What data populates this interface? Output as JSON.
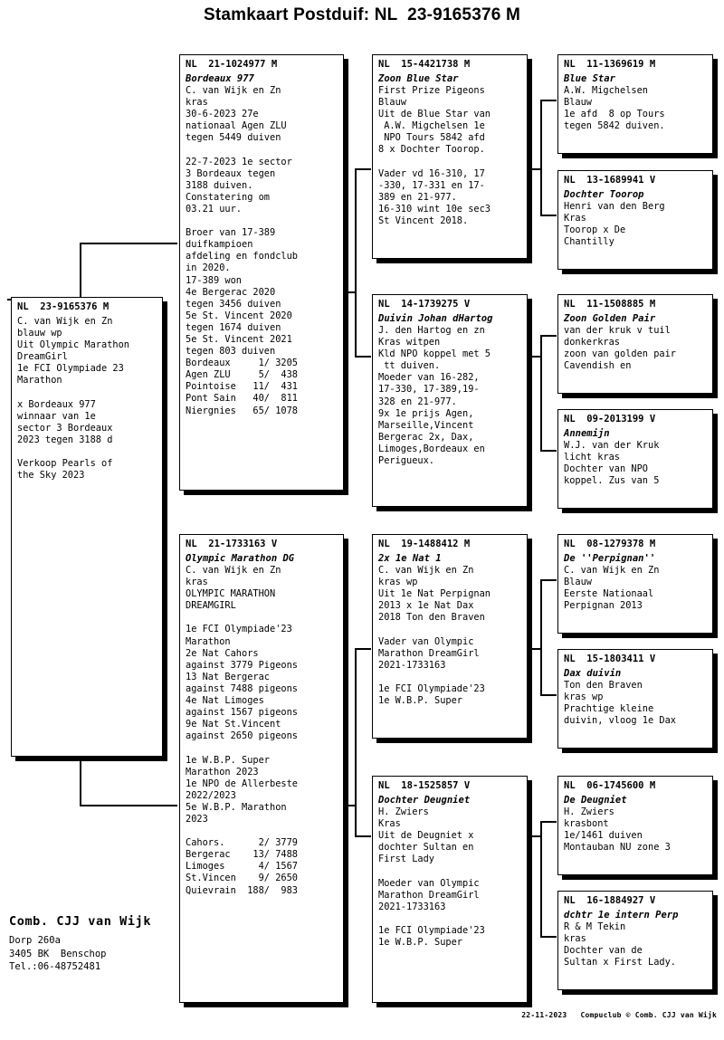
{
  "title": "Stamkaart Postduif: NL  23-9165376 M",
  "subject": {
    "reg": "NL  23-9165376 M",
    "nick": "",
    "body": "C. van Wijk en Zn\nblauw wp\nUit Olympic Marathon\nDreamGirl\n1e FCI Olympiade 23\nMarathon\n\nx Bordeaux 977\nwinnaar van 1e\nsector 3 Bordeaux\n2023 tegen 3188 d\n\nVerkoop Pearls of\nthe Sky 2023"
  },
  "parents": [
    {
      "reg": "NL  21-1024977 M",
      "nick": "Bordeaux 977",
      "body": "C. van Wijk en Zn\nkras\n30-6-2023 27e\nnationaal Agen ZLU\ntegen 5449 duiven\n\n22-7-2023 1e sector\n3 Bordeaux tegen\n3188 duiven.\nConstatering om\n03.21 uur.\n\nBroer van 17-389\nduifkampioen\nafdeling en fondclub\nin 2020.\n17-389 won\n4e Bergerac 2020\ntegen 3456 duiven\n5e St. Vincent 2020\ntegen 1674 duiven\n5e St. Vincent 2021\ntegen 803 duiven\nBordeaux     1/ 3205\nAgen ZLU     5/  438\nPointoise   11/  431\nPont Sain   40/  811\nNiergnies   65/ 1078"
    },
    {
      "reg": "NL  21-1733163 V",
      "nick": "Olympic Marathon DG",
      "body": "C. van Wijk en Zn\nkras\nOLYMPIC MARATHON\nDREAMGIRL\n\n1e FCI Olympiade'23\nMarathon\n2e Nat Cahors\nagainst 3779 Pigeons\n13 Nat Bergerac\nagainst 7488 pigeons\n4e Nat Limoges\nagainst 1567 pigeons\n9e Nat St.Vincent\nagainst 2650 pigeons\n\n1e W.B.P. Super\nMarathon 2023\n1e NPO de Allerbeste\n2022/2023\n5e W.B.P. Marathon\n2023\n\nCahors.      2/ 3779\nBergerac    13/ 7488\nLimoges      4/ 1567\nSt.Vincen    9/ 2650\nQuievrain  188/  983"
    }
  ],
  "grandparents": [
    {
      "reg": "NL  15-4421738 M",
      "nick": "Zoon Blue Star",
      "body": "First Prize Pigeons\nBlauw\nUit de Blue Star van\n A.W. Migchelsen 1e\n NPO Tours 5842 afd\n8 x Dochter Toorop.\n\nVader vd 16-310, 17\n-330, 17-331 en 17-\n389 en 21-977.\n16-310 wint 10e sec3\nSt Vincent 2018."
    },
    {
      "reg": "NL  14-1739275 V",
      "nick": "Duivin Johan dHartog",
      "body": "J. den Hartog en zn\nKras witpen\nKld NPO koppel met 5\n tt duiven.\nMoeder van 16-282,\n17-330, 17-389,19-\n328 en 21-977.\n9x 1e prijs Agen,\nMarseille,Vincent\nBergerac 2x, Dax,\nLimoges,Bordeaux en\nPerigueux."
    },
    {
      "reg": "NL  19-1488412 M",
      "nick": "2x 1e Nat 1",
      "body": "C. van Wijk en Zn\nkras wp\nUit 1e Nat Perpignan\n2013 x 1e Nat Dax\n2018 Ton den Braven\n\nVader van Olympic\nMarathon DreamGirl\n2021-1733163\n\n1e FCI Olympiade'23\n1e W.B.P. Super"
    },
    {
      "reg": "NL  18-1525857 V",
      "nick": "Dochter Deugniet",
      "body": "H. Zwiers\nKras\nUit de Deugniet x\ndochter Sultan en\nFirst Lady\n\nMoeder van Olympic\nMarathon DreamGirl\n2021-1733163\n\n1e FCI Olympiade'23\n1e W.B.P. Super"
    }
  ],
  "greatgrandparents": [
    {
      "reg": "NL  11-1369619 M",
      "nick": "Blue Star",
      "body": "A.W. Migchelsen\nBlauw\n1e afd  8 op Tours\ntegen 5842 duiven."
    },
    {
      "reg": "NL  13-1689941 V",
      "nick": "Dochter Toorop",
      "body": "Henri van den Berg\nKras\nToorop x De\nChantilly"
    },
    {
      "reg": "NL  11-1508885 M",
      "nick": "Zoon Golden Pair",
      "body": "van der kruk v tuil\ndonkerkras\nzoon van golden pair\nCavendish en"
    },
    {
      "reg": "NL  09-2013199 V",
      "nick": "Annemijn",
      "body": "W.J. van der Kruk\nlicht kras\nDochter van NPO\nkoppel. Zus van 5"
    },
    {
      "reg": "NL  08-1279378 M",
      "nick": "De ''Perpignan''",
      "body": "C. van Wijk en Zn\nBlauw\nEerste Nationaal\nPerpignan 2013"
    },
    {
      "reg": "NL  15-1803411 V",
      "nick": "Dax duivin",
      "body": "Ton den Braven\nkras wp\nPrachtige kleine\nduivin, vloog 1e Dax"
    },
    {
      "reg": "NL  06-1745600 M",
      "nick": "De Deugniet",
      "body": "H. Zwiers\nkrasbont\n1e/1461 duiven\nMontauban NU zone 3"
    },
    {
      "reg": "NL  16-1884927 V",
      "nick": "dchtr 1e intern Perp",
      "body": "R & M Tekin\nkras\nDochter van de\nSultan x First Lady."
    }
  ],
  "owner": {
    "name": "Comb. CJJ van Wijk",
    "address": "Dorp 260a",
    "city": "3405 BK  Benschop",
    "phone": "Tel.:06-48752481"
  },
  "footer": "22-11-2023   Compuclub © Comb. CJJ van Wijk"
}
